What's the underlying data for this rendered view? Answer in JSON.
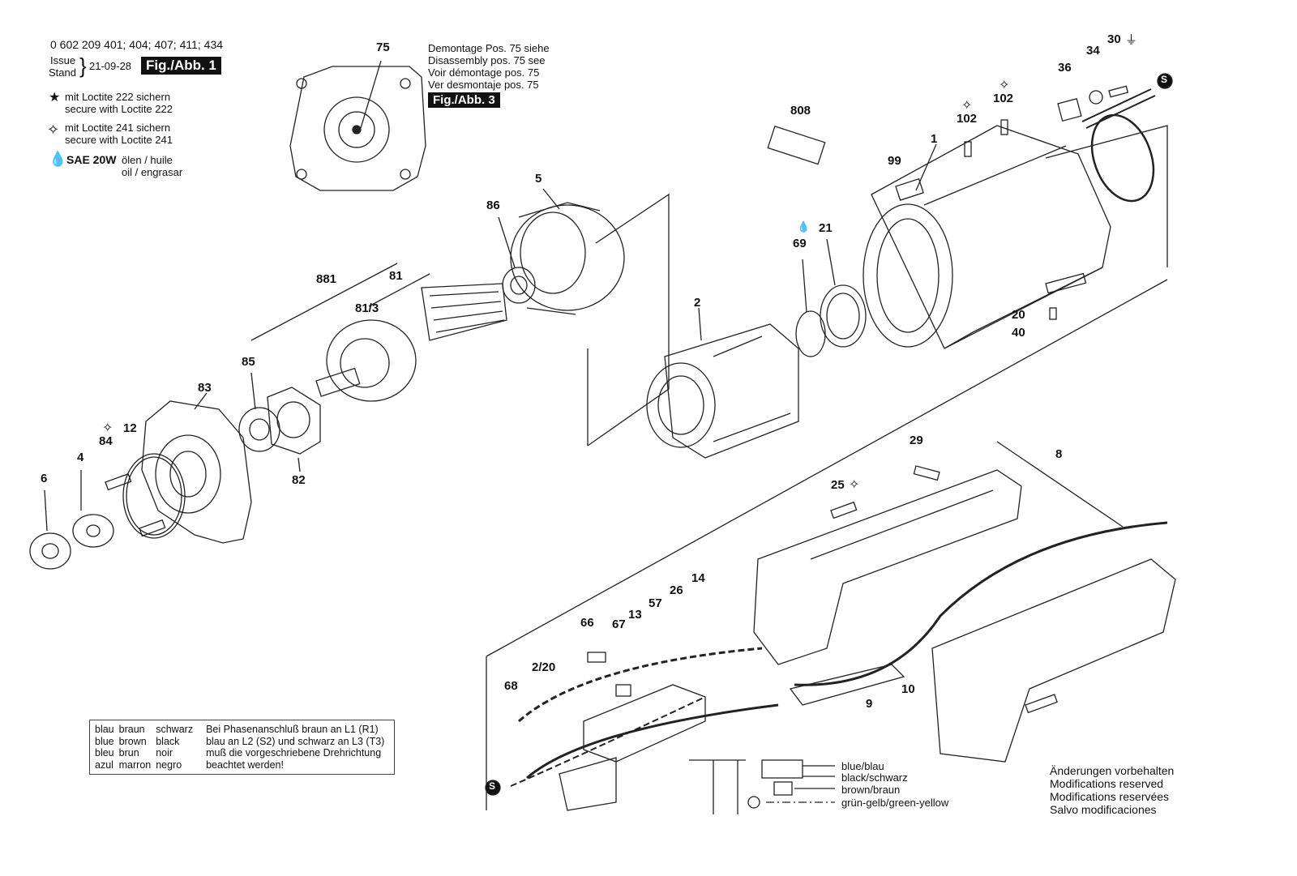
{
  "header": {
    "part_numbers": "0 602 209 401; 404; 407; 411; 434",
    "issue_label": "Issue",
    "stand_label": "Stand",
    "issue_date": "21-09-28",
    "fig_label": "Fig./Abb. 1"
  },
  "legend": {
    "loctite222_de": "mit Loctite 222 sichern",
    "loctite222_en": "secure with Loctite 222",
    "loctite241_de": "mit Loctite 241 sichern",
    "loctite241_en": "secure with Loctite 241",
    "oil_label": "SAE 20W",
    "oil_text1": "ölen / huile",
    "oil_text2": "oil / engrasar"
  },
  "disassembly_note": {
    "line1": "Demontage Pos. 75 siehe",
    "line2": "Disassembly pos. 75 see",
    "line3": "Voir démontage pos. 75",
    "line4": "Ver desmontaje pos. 75",
    "fig_label": "Fig./Abb. 3"
  },
  "part_labels": [
    {
      "id": "75",
      "text": "75"
    },
    {
      "id": "808",
      "text": "808"
    },
    {
      "id": "36",
      "text": "36"
    },
    {
      "id": "34",
      "text": "34"
    },
    {
      "id": "30",
      "text": "30"
    },
    {
      "id": "102a",
      "text": "102"
    },
    {
      "id": "102b",
      "text": "102"
    },
    {
      "id": "1",
      "text": "1"
    },
    {
      "id": "99",
      "text": "99"
    },
    {
      "id": "5",
      "text": "5"
    },
    {
      "id": "86",
      "text": "86"
    },
    {
      "id": "881",
      "text": "881"
    },
    {
      "id": "81",
      "text": "81"
    },
    {
      "id": "81_3",
      "text": "81/3"
    },
    {
      "id": "69",
      "text": "69"
    },
    {
      "id": "21",
      "text": "21"
    },
    {
      "id": "2",
      "text": "2"
    },
    {
      "id": "20",
      "text": "20"
    },
    {
      "id": "40",
      "text": "40"
    },
    {
      "id": "85",
      "text": "85"
    },
    {
      "id": "83",
      "text": "83"
    },
    {
      "id": "82",
      "text": "82"
    },
    {
      "id": "84",
      "text": "84"
    },
    {
      "id": "12",
      "text": "12"
    },
    {
      "id": "4",
      "text": "4"
    },
    {
      "id": "6",
      "text": "6"
    },
    {
      "id": "29",
      "text": "29"
    },
    {
      "id": "8",
      "text": "8"
    },
    {
      "id": "25",
      "text": "25"
    },
    {
      "id": "14",
      "text": "14"
    },
    {
      "id": "26",
      "text": "26"
    },
    {
      "id": "57",
      "text": "57"
    },
    {
      "id": "13",
      "text": "13"
    },
    {
      "id": "67",
      "text": "67"
    },
    {
      "id": "66",
      "text": "66"
    },
    {
      "id": "2_20",
      "text": "2/20"
    },
    {
      "id": "68",
      "text": "68"
    },
    {
      "id": "9",
      "text": "9"
    },
    {
      "id": "10",
      "text": "10"
    }
  ],
  "color_table": {
    "rows": [
      [
        "blau",
        "braun",
        "schwarz"
      ],
      [
        "blue",
        "brown",
        "black"
      ],
      [
        "bleu",
        "brun",
        "noir"
      ],
      [
        "azul",
        "marron",
        "negro"
      ]
    ],
    "note": [
      "Bei Phasenanschluß braun an L1 (R1)",
      "blau an L2 (S2) und schwarz an L3 (T3)",
      "muß die vorgeschriebene Drehrichtung",
      "beachtet werden!"
    ]
  },
  "wiring_labels": {
    "blue": "blue/blau",
    "black": "black/schwarz",
    "brown": "brown/braun",
    "ground": "grün-gelb/green-yellow"
  },
  "modifications": [
    "Änderungen vorbehalten",
    "Modifications reserved",
    "Modifications reservées",
    "Salvo modificaciones"
  ],
  "s_marker": "S"
}
